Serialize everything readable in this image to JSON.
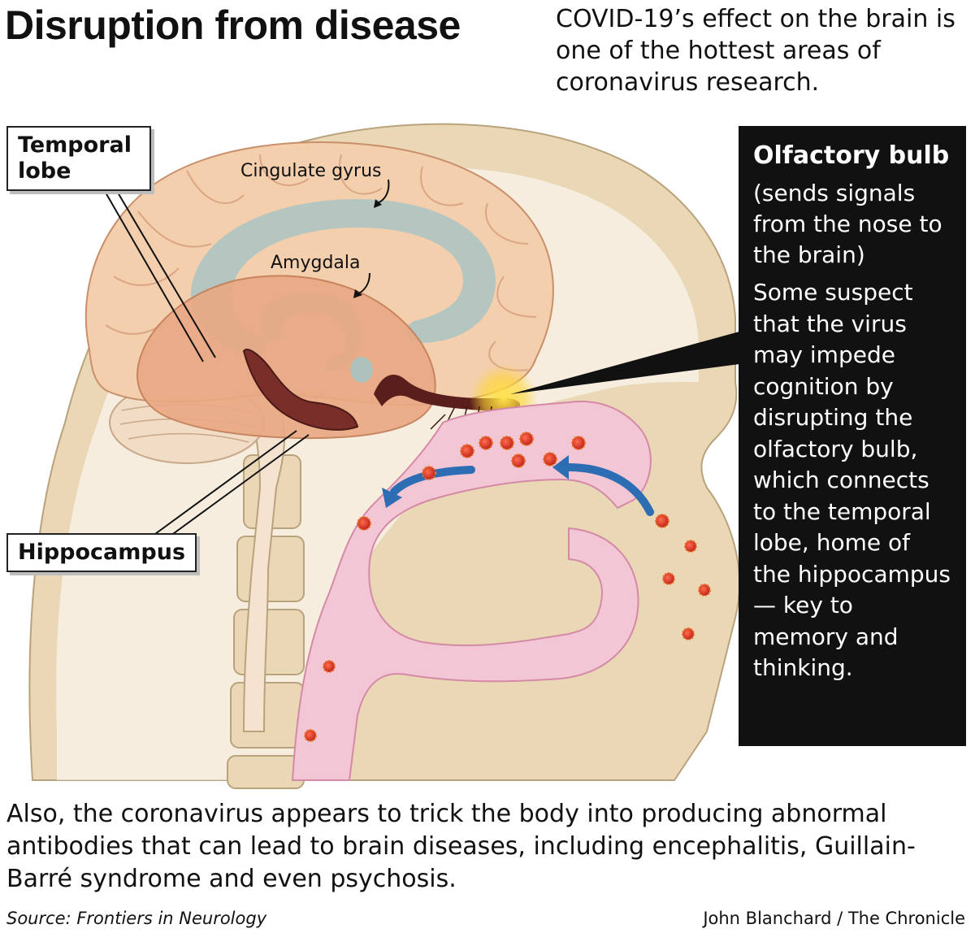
{
  "title": "Disruption from disease",
  "intro": "COVID-19’s effect on the brain is one of the hottest areas of coronavirus research.",
  "labels": {
    "temporal_lobe": "Temporal lobe",
    "hippocampus": "Hippocampus",
    "cingulate_gyrus": "Cingulate gyrus",
    "amygdala": "Amygdala"
  },
  "callout": {
    "heading": "Olfactory bulb",
    "subheading": "(sends signals from the nose to the brain)",
    "body": "Some suspect that the virus may impede cognition by disrupting the olfactory bulb, which connects to the temporal lobe, home of the hippocampus — key to memory and thinking."
  },
  "footer": "Also, the coronavirus appears to trick the body into producing abnormal antibodies that can lead to brain diseases, including encephalitis, Guillain-Barré syndrome and even psychosis.",
  "source": "Source: Frontiers in Neurology",
  "credit": "John Blanchard / The Chronicle",
  "colors": {
    "skull": "#ead7b5",
    "brain": "#f2c9a6",
    "temporal_lobe": "#e9a985",
    "limbic": "#a9c3c3",
    "airway": "#f3c6d6",
    "virus": "#d9302a",
    "arrow": "#2d6db3",
    "callout_bg": "#111111"
  }
}
